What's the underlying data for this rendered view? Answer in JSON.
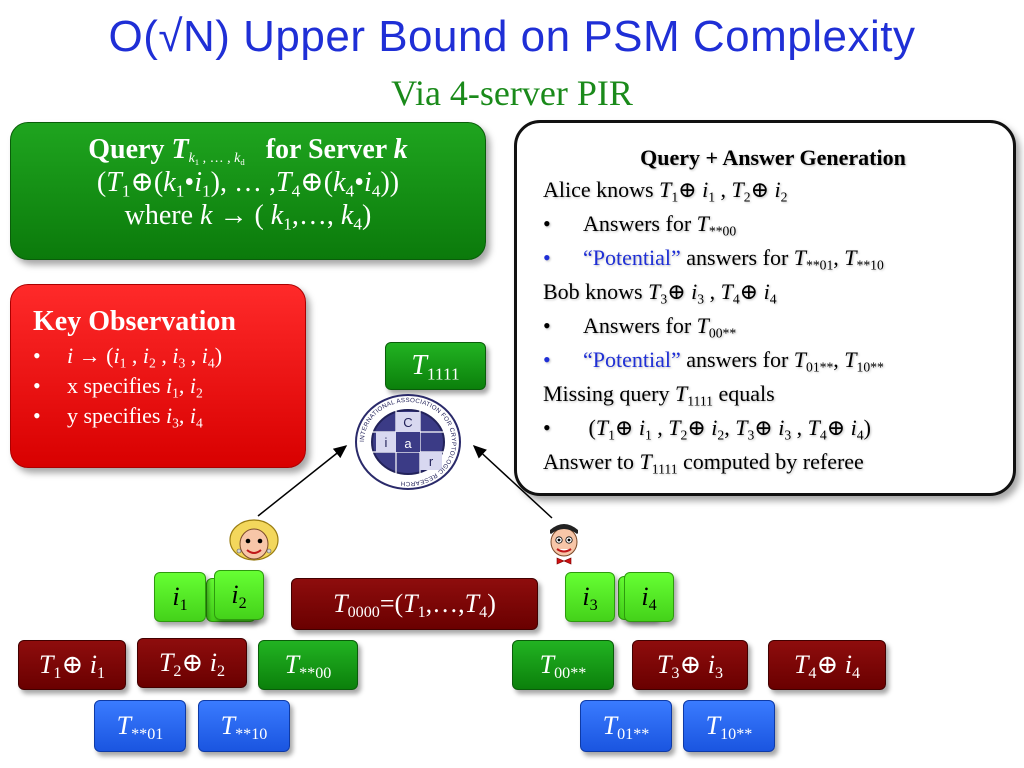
{
  "title": "O(√N) Upper Bound on PSM Complexity",
  "subtitle": "Via 4-server PIR",
  "query_box": {
    "line1_query": "Query",
    "line1_T": "T",
    "line1_sub": "k1 , … , kd",
    "line1_for_server": "for Server",
    "line1_k": "k"
  },
  "key_observation": {
    "title": "Key Observation",
    "bullets": [
      "i → (i1 , i2 , i3 , i4)",
      "x specifies i1, i2",
      "y specifies i3, i4"
    ]
  },
  "answer_box": {
    "title": "Query + Answer Generation",
    "missing_label": "Missing query",
    "equals": "equals",
    "answer_to": "Answer to",
    "computed": "computed by referee"
  },
  "emblem_text": "INTERNATIONAL ASSOCIATION FOR CRYPTOLOGIC RESEARCH",
  "emblem_letters": [
    "C",
    "i",
    "a",
    "r"
  ],
  "colors": {
    "title": "#1f2fd6",
    "subtitle": "#1a8a1a",
    "query_box": "#129412",
    "key_box": "#ee0000",
    "dark_red_label": "#7a0606",
    "blue_label": "#2a6af5",
    "light_green_label": "#55e426"
  }
}
